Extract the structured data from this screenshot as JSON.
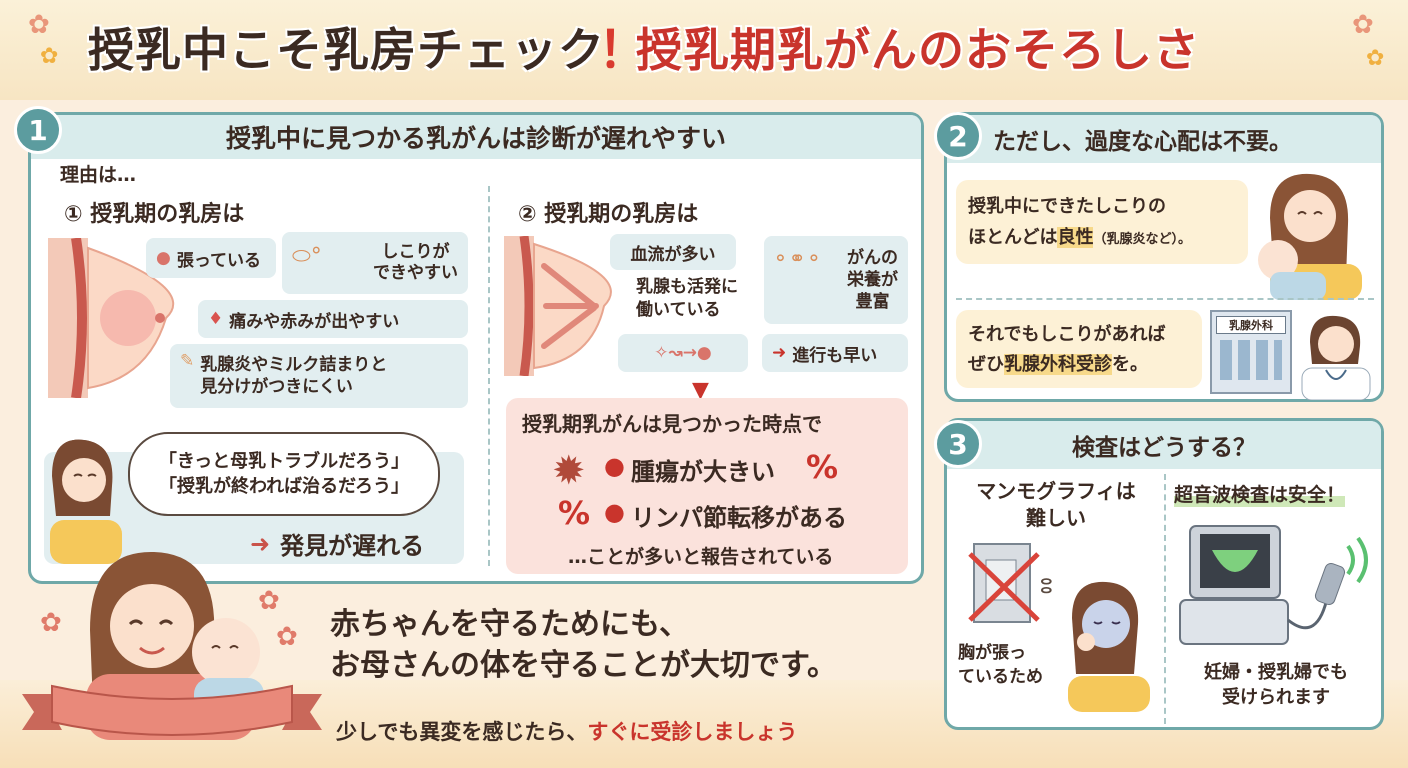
{
  "header": {
    "title_main": "授乳中こそ乳房チェック",
    "exclaim": "！",
    "title_sub": "授乳期乳がんのおそろしさ"
  },
  "section1": {
    "number": "1",
    "heading": "授乳中に見つかる乳がんは診断が遅れやすい",
    "reason_label": "理由は…",
    "left": {
      "heading": "① 授乳期の乳房は",
      "chips": [
        "張っている",
        "しこりが\nできやすい",
        "痛みや赤みが出やすい",
        "乳腺炎やミルク詰まりと\n見分けがつきにくい"
      ]
    },
    "right": {
      "heading": "② 授乳期の乳房は",
      "blood_flow": "血流が多い",
      "active": "乳腺も活発に\n働いている",
      "nutrition": "がんの\n栄養が\n豊富",
      "progress": "進行も早い",
      "conclusion_head": "授乳期乳がんは見つかった時点で",
      "points": [
        "腫瘍が大きい",
        "リンパ節転移がある"
      ],
      "percent": "%",
      "report": "…ことが多いと報告されている"
    },
    "thought": [
      "「きっと母乳トラブルだろう」",
      "「授乳が終われば治るだろう」"
    ],
    "delay": "発見が遅れる"
  },
  "section2": {
    "number": "2",
    "heading": "ただし、過度な心配は不要。",
    "text1a": "授乳中にできたしこりの",
    "text1b": "ほとんどは",
    "text1c": "良性",
    "text1d": "（乳腺炎など）。",
    "text2a": "それでもしこりがあれば",
    "text2b": "ぜひ",
    "text2c": "乳腺外科受診",
    "text2d": "を。",
    "sign": "乳腺外科"
  },
  "section3": {
    "number": "3",
    "heading": "検査はどうする？",
    "mammo_title": "マンモグラフィは\n難しい",
    "mammo_reason": "胸が張っ\nているため",
    "echo_title": "超音波検査は安全！",
    "echo_note": "妊婦・授乳婦でも\n受けられます"
  },
  "footer": {
    "main1": "赤ちゃんを守るためにも、",
    "main2": "お母さんの体を守ることが大切です。",
    "sub1": "少しでも異変を感じたら、",
    "sub2": "すぐに受診しましょう"
  },
  "colors": {
    "accent": "#5c9c9f",
    "alert": "#c9342c",
    "cream": "#fdf1d6"
  }
}
